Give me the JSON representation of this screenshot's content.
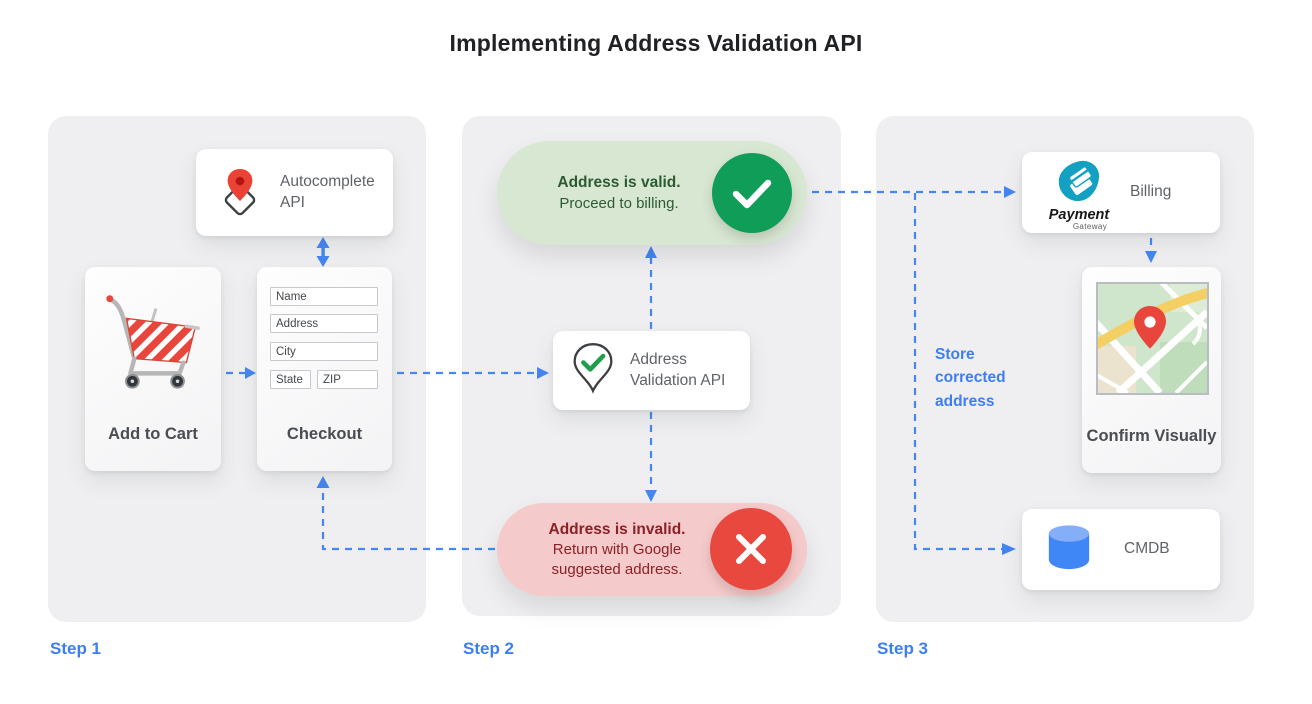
{
  "title": "Implementing Address Validation API",
  "colors": {
    "accent_blue": "#4285f4",
    "success_green": "#0f9d58",
    "valid_pill_bg": "#d8e7d2",
    "valid_text": "#2c5b33",
    "error_red": "#e8483d",
    "invalid_pill_bg": "#f5caca",
    "invalid_text": "#8c2127",
    "panel_bg": "#efeff1"
  },
  "icons": {
    "autocomplete": "map-pin-diamond-icon",
    "validation": "map-pin-check-icon",
    "cart": "shopping-cart-icon",
    "valid": "check-circle-icon",
    "invalid": "x-circle-icon",
    "billing": "payment-gateway-logo-icon",
    "confirm": "map-preview-image",
    "cmdb": "database-cylinder-icon"
  },
  "steps": {
    "step1": {
      "label": "Step 1",
      "autocomplete_card": {
        "title": "Autocomplete API"
      },
      "cart_card": {
        "title": "Add to Cart"
      },
      "checkout_card": {
        "title": "Checkout",
        "fields": {
          "name": "Name",
          "address": "Address",
          "city": "City",
          "state": "State",
          "zip": "ZIP"
        }
      }
    },
    "step2": {
      "label": "Step 2",
      "valid_banner": {
        "title": "Address is valid.",
        "subtitle": "Proceed to billing."
      },
      "validation_card": {
        "title": "Address Validation API"
      },
      "invalid_banner": {
        "title": "Address is invalid.",
        "subtitle": "Return with Google suggested address."
      }
    },
    "step3": {
      "label": "Step 3",
      "billing_card": {
        "title": "Billing",
        "logo_name": "Payment",
        "logo_sub": "Gateway"
      },
      "confirm_card": {
        "title": "Confirm Visually"
      },
      "cmdb_card": {
        "title": "CMDB"
      },
      "store_note": "Store corrected address"
    }
  }
}
